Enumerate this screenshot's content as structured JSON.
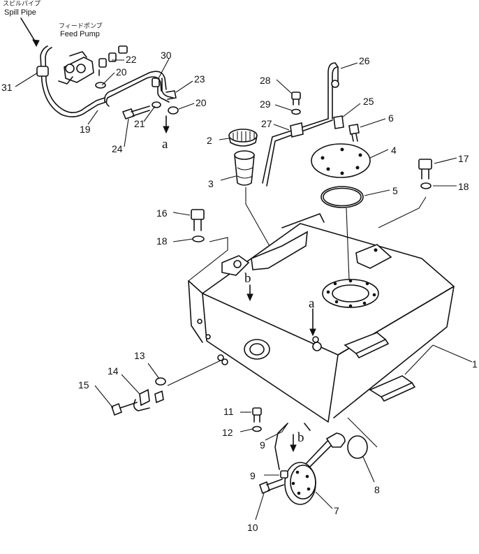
{
  "labels": {
    "spill_pipe_jp": "スピルパイプ",
    "spill_pipe": "Spill Pipe",
    "feed_pump_jp": "フィードポンプ",
    "feed_pump": "Feed Pump"
  },
  "callouts": [
    "1",
    "2",
    "3",
    "4",
    "5",
    "6",
    "7",
    "8",
    "9",
    "9",
    "10",
    "11",
    "12",
    "13",
    "14",
    "15",
    "16",
    "17",
    "18",
    "18",
    "19",
    "20",
    "20",
    "21",
    "22",
    "23",
    "24",
    "25",
    "26",
    "27",
    "28",
    "29",
    "30",
    "31"
  ],
  "refs": {
    "a": "a",
    "b": "b"
  }
}
